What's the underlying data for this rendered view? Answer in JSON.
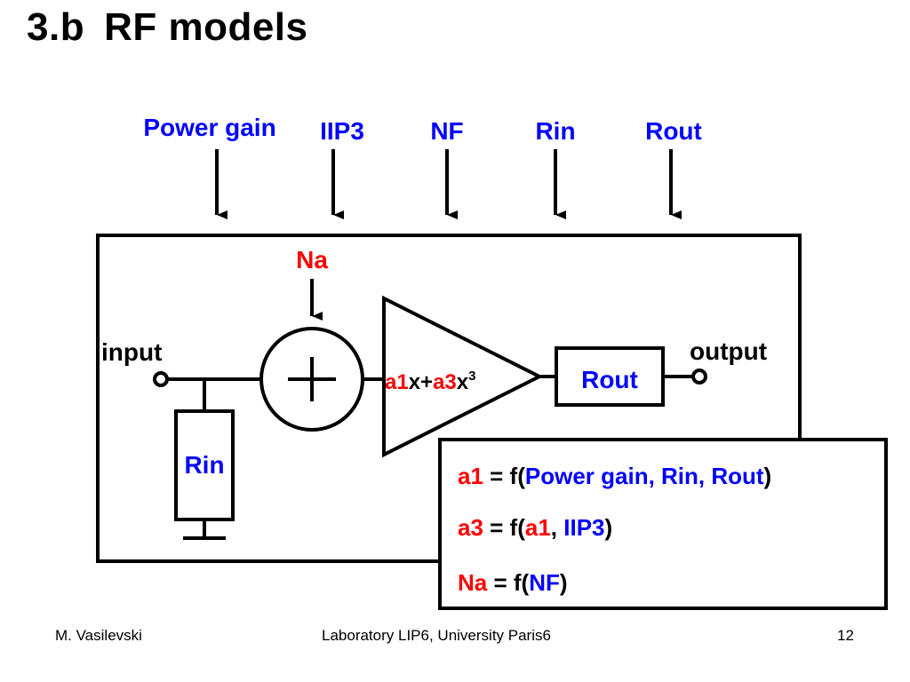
{
  "slide": {
    "number": "3.b",
    "title": "RF models"
  },
  "parameters": [
    "Power gain",
    "IIP3",
    "NF",
    "Rin",
    "Rout"
  ],
  "block": {
    "noise_label": "Na",
    "input_label": "input",
    "output_label": "output",
    "rin_label": "Rin",
    "rout_label": "Rout",
    "poly": {
      "a1": "a1",
      "x1": "x+",
      "a3": "a3",
      "x3": "x",
      "exp": "3"
    }
  },
  "equations": {
    "eq1": {
      "lhs": "a1",
      "eq": " = f(",
      "args": "Power gain, Rin, Rout",
      "close": ")"
    },
    "eq2": {
      "lhs": "a3",
      "eq": " = f(",
      "arg1": "a1",
      "sep": ", ",
      "arg2": "IIP3",
      "close": ")"
    },
    "eq3": {
      "lhs": "Na",
      "eq": " = f(",
      "args": "NF",
      "close": ")"
    }
  },
  "footer": {
    "author": "M. Vasilevski",
    "lab": "Laboratory LIP6, University Paris6",
    "page": "12"
  },
  "colors": {
    "blue": "#0000ff",
    "red": "#ff0000",
    "black": "#000000"
  }
}
